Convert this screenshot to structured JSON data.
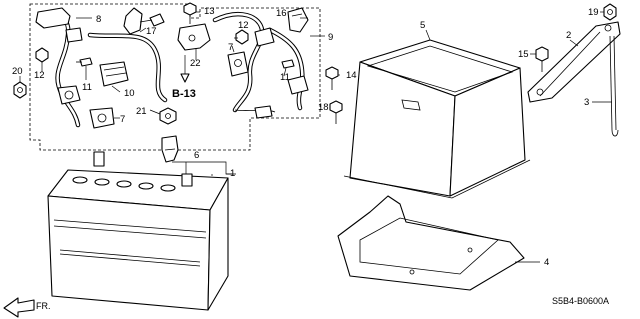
{
  "diagram": {
    "callouts": [
      "1",
      "2",
      "3",
      "4",
      "5",
      "6",
      "7",
      "7",
      "8",
      "9",
      "10",
      "11",
      "11",
      "12",
      "12",
      "13",
      "14",
      "15",
      "16",
      "17",
      "18",
      "19",
      "20",
      "21",
      "22"
    ],
    "ref_label": "B-13",
    "direction_label": "FR.",
    "diagram_code": "S5B4-B0600A"
  },
  "colors": {
    "line": "#000000",
    "background": "#ffffff"
  }
}
